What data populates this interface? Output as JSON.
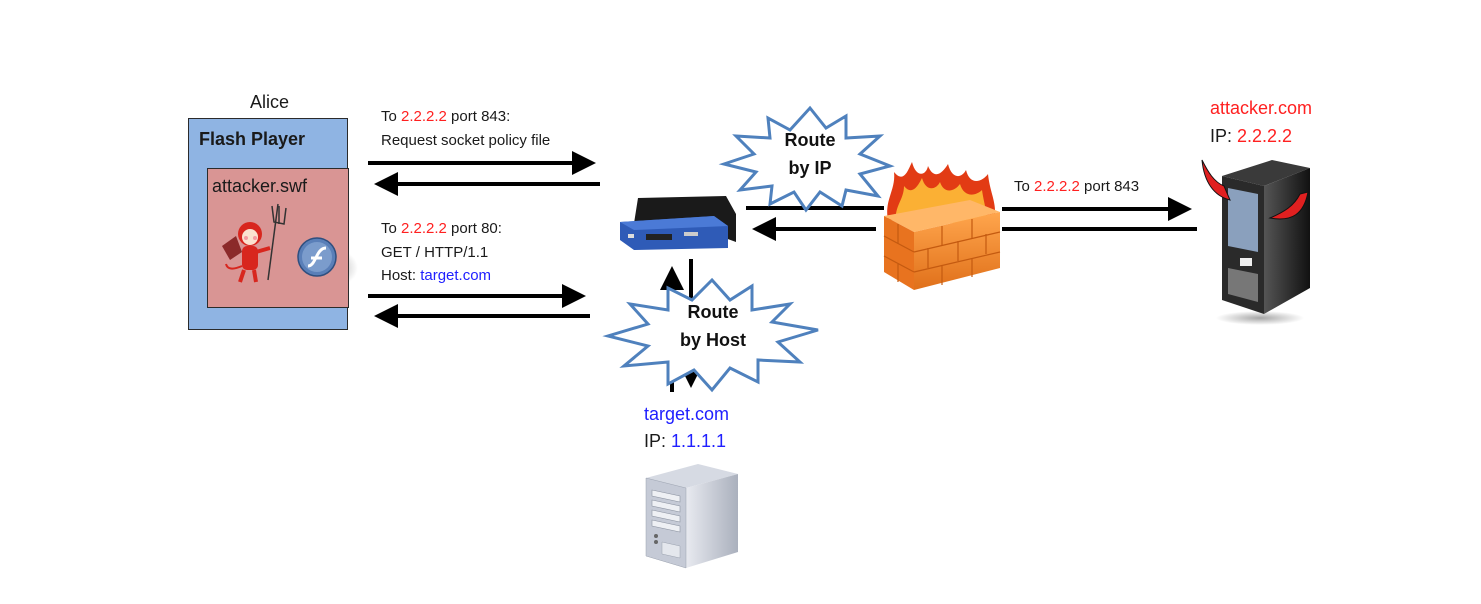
{
  "client": {
    "user_label": "Alice",
    "container_label": "Flash Player",
    "swf_label": "attacker.swf",
    "devil_icon": "devil-mascot-icon",
    "flash_icon": "flash-logo-icon"
  },
  "messages": {
    "policy_request": {
      "prefix": "To ",
      "ip": "2.2.2.2",
      "suffix": " port 843:",
      "line2": "Request socket  policy file"
    },
    "http_request": {
      "prefix": "To ",
      "ip": "2.2.2.2",
      "suffix": " port 80:",
      "line2": "GET / HTTP/1.1",
      "line3_prefix": "Host: ",
      "line3_host": "target.com"
    },
    "firewall_forward": {
      "prefix": "To ",
      "ip": "2.2.2.2",
      "suffix": " port 843"
    }
  },
  "router": {
    "icon": "router-icon",
    "route_by_ip": {
      "line1": "Route",
      "line2": "by IP"
    },
    "route_by_host": {
      "line1": "Route",
      "line2": "by Host"
    }
  },
  "firewall": {
    "icon": "firewall-icon"
  },
  "attacker_server": {
    "name": "attacker.com",
    "ip_label": "IP: ",
    "ip": "2.2.2.2",
    "icon": "evil-server-icon"
  },
  "target_server": {
    "name": "target.com",
    "ip_label": "IP: ",
    "ip": "1.1.1.1",
    "icon": "server-icon"
  },
  "colors": {
    "attacker_red": "#ff2020",
    "target_blue": "#2020ff",
    "flash_player_bg": "#8fb4e3",
    "swf_bg": "#d99594",
    "burst_stroke": "#4f81bd"
  }
}
